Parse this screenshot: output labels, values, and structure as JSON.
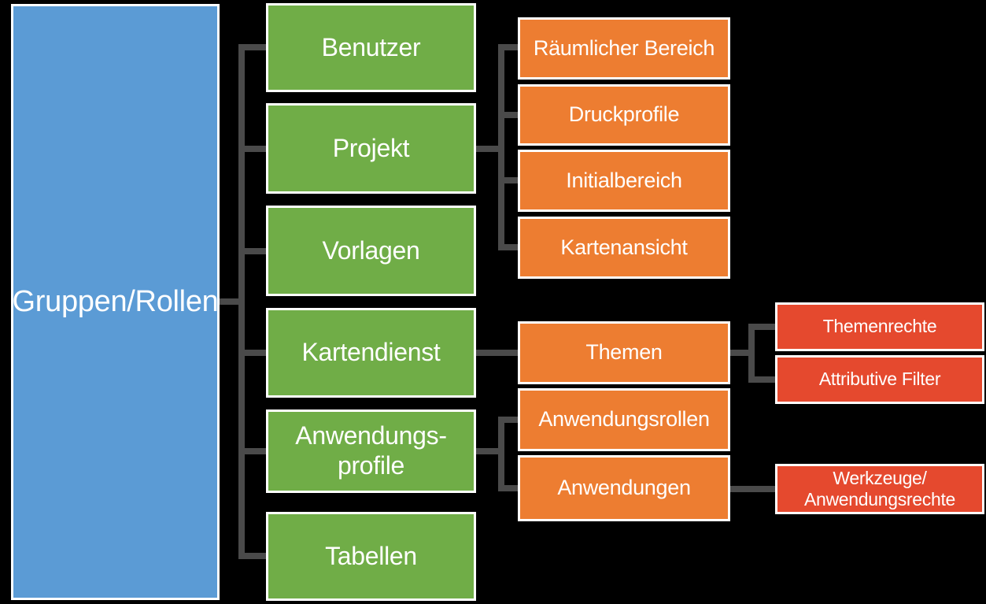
{
  "colors": {
    "background": "#000000",
    "root-fill": "#5B9BD5",
    "level1-fill": "#70AD47",
    "level2-fill": "#ED7D31",
    "level3-fill": "#E5492E",
    "connector": "#4A4A4A",
    "box-border": "#FFFFFF",
    "text": "#FFFFFF"
  },
  "diagram": {
    "type": "hierarchy-tree",
    "root": {
      "label": "Gruppen/Rollen"
    },
    "level1": [
      {
        "label": "Benutzer"
      },
      {
        "label": "Projekt"
      },
      {
        "label": "Vorlagen"
      },
      {
        "label": "Kartendienst"
      },
      {
        "label": "Anwendungs-\nprofile"
      },
      {
        "label": "Tabellen"
      }
    ],
    "level2": [
      {
        "label": "Räumlicher Bereich",
        "parent": "Projekt"
      },
      {
        "label": "Druckprofile",
        "parent": "Projekt"
      },
      {
        "label": "Initialbereich",
        "parent": "Projekt"
      },
      {
        "label": "Kartenansicht",
        "parent": "Projekt"
      },
      {
        "label": "Themen",
        "parent": "Kartendienst"
      },
      {
        "label": "Anwendungsrollen",
        "parent": "Anwendungs-profile"
      },
      {
        "label": "Anwendungen",
        "parent": "Anwendungs-profile"
      }
    ],
    "level3": [
      {
        "label": "Themenrechte",
        "parent": "Themen"
      },
      {
        "label": "Attributive Filter",
        "parent": "Themen"
      },
      {
        "label": "Werkzeuge/\nAnwendungsrechte",
        "parent": "Anwendungen"
      }
    ]
  }
}
